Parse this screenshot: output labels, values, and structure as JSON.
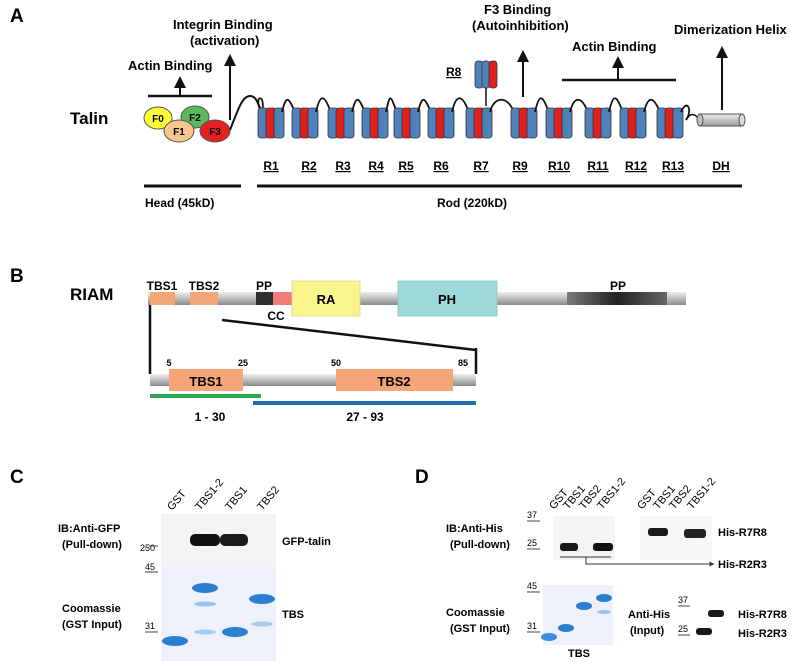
{
  "panels": {
    "a": "A",
    "b": "B",
    "c": "C",
    "d": "D"
  },
  "talin": {
    "protein": "Talin",
    "actin_binding_head": "Actin Binding",
    "integrin_l1": "Integrin Binding",
    "integrin_l2": "(activation)",
    "f3_l1": "F3 Binding",
    "f3_l2": "(Autoinhibition)",
    "actin_binding_rod": "Actin Binding",
    "dimerization": "Dimerization Helix",
    "r8": "R8",
    "ferm": [
      "F0",
      "F1",
      "F2",
      "F3"
    ],
    "rod_labels": [
      "R1",
      "R2",
      "R3",
      "R4",
      "R5",
      "R6",
      "R7",
      "R9",
      "R10",
      "R11",
      "R12",
      "R13",
      "DH"
    ],
    "head": "Head (45kD)",
    "rod": "Rod (220kD)",
    "colors": {
      "blue": "#4f81bd",
      "red": "#e0201f",
      "f0": "#ffff33",
      "f1": "#f8c58c",
      "f2": "#5cb85c",
      "f3": "#e52020"
    }
  },
  "riam": {
    "protein": "RIAM",
    "tbs1": "TBS1",
    "tbs2": "TBS2",
    "pp1": "PP",
    "cc": "CC",
    "ra": "RA",
    "ph": "PH",
    "pp2": "PP",
    "zoom_tbs1": "TBS1",
    "zoom_tbs2": "TBS2",
    "n5": "5",
    "n25": "25",
    "n50": "50",
    "n85": "85",
    "range1": "1 - 30",
    "range2": "27 - 93",
    "colors": {
      "tbs": "#f4a678",
      "ra": "#faf48c",
      "ph": "#9ed9da",
      "pp": "#333333",
      "cc": "#ef7b7b",
      "green": "#2aa84a",
      "blue": "#1c6fb5"
    }
  },
  "panel_c": {
    "lanes": [
      "GST",
      "TBS1-2",
      "TBS1",
      "TBS2"
    ],
    "ib_l1": "IB:Anti-GFP",
    "ib_l2": "(Pull-down)",
    "mw250": "250",
    "band_label": "GFP-talin",
    "coom_l1": "Coomassie",
    "coom_l2": "(GST Input)",
    "mw45": "45",
    "mw31": "31",
    "tbs": "TBS"
  },
  "panel_d": {
    "lanes_a": [
      "GST",
      "TBS1",
      "TBS2",
      "TBS1-2"
    ],
    "lanes_b": [
      "GST",
      "TBS1",
      "TBS2",
      "TBS1-2"
    ],
    "ib_l1": "IB:Anti-His",
    "ib_l2": "(Pull-down)",
    "mw37": "37",
    "mw25": "25",
    "his_r7r8": "His-R7R8",
    "his_r2r3": "His-R2R3",
    "coom_l1": "Coomassie",
    "coom_l2": "(GST Input)",
    "mw45": "45",
    "mw31": "31",
    "tbs": "TBS",
    "anti_l1": "Anti-His",
    "anti_l2": "(Input)",
    "mw37b": "37",
    "mw25b": "25",
    "his_r7r8_b": "His-R7R8",
    "his_r2r3_b": "His-R2R3"
  }
}
